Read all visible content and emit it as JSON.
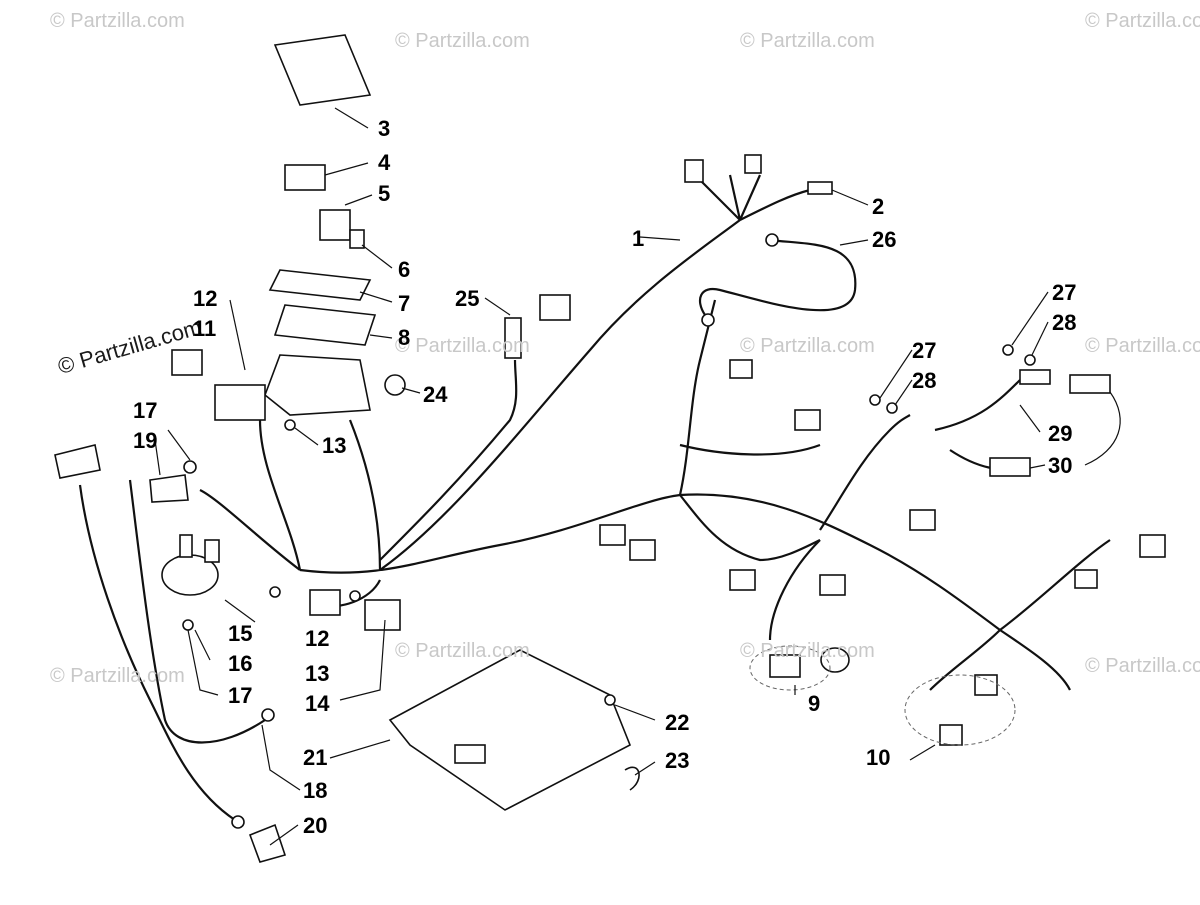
{
  "watermark": {
    "text": "© Partzilla.com"
  },
  "callouts": [
    {
      "id": "c1",
      "label": "1"
    },
    {
      "id": "c2",
      "label": "2"
    },
    {
      "id": "c3",
      "label": "3"
    },
    {
      "id": "c4",
      "label": "4"
    },
    {
      "id": "c5",
      "label": "5"
    },
    {
      "id": "c6",
      "label": "6"
    },
    {
      "id": "c7",
      "label": "7"
    },
    {
      "id": "c8",
      "label": "8"
    },
    {
      "id": "c9",
      "label": "9"
    },
    {
      "id": "c10",
      "label": "10"
    },
    {
      "id": "c11",
      "label": "11"
    },
    {
      "id": "c12a",
      "label": "12"
    },
    {
      "id": "c12b",
      "label": "12"
    },
    {
      "id": "c13a",
      "label": "13"
    },
    {
      "id": "c13b",
      "label": "13"
    },
    {
      "id": "c14",
      "label": "14"
    },
    {
      "id": "c15",
      "label": "15"
    },
    {
      "id": "c16",
      "label": "16"
    },
    {
      "id": "c17a",
      "label": "17"
    },
    {
      "id": "c17b",
      "label": "17"
    },
    {
      "id": "c18",
      "label": "18"
    },
    {
      "id": "c19",
      "label": "19"
    },
    {
      "id": "c20",
      "label": "20"
    },
    {
      "id": "c21",
      "label": "21"
    },
    {
      "id": "c22",
      "label": "22"
    },
    {
      "id": "c23",
      "label": "23"
    },
    {
      "id": "c24",
      "label": "24"
    },
    {
      "id": "c25",
      "label": "25"
    },
    {
      "id": "c26",
      "label": "26"
    },
    {
      "id": "c27a",
      "label": "27"
    },
    {
      "id": "c27b",
      "label": "27"
    },
    {
      "id": "c28a",
      "label": "28"
    },
    {
      "id": "c28b",
      "label": "28"
    },
    {
      "id": "c29",
      "label": "29"
    },
    {
      "id": "c30",
      "label": "30"
    }
  ]
}
